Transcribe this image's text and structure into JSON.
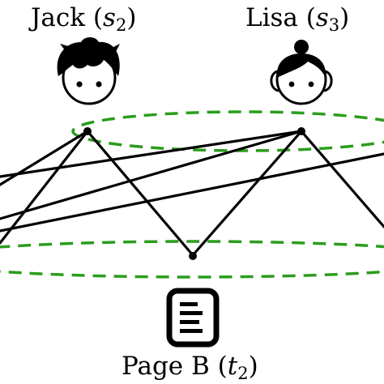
{
  "nodes": {
    "jack": {
      "name": "Jack",
      "sym": "s",
      "sub": "2"
    },
    "lisa": {
      "name": "Lisa",
      "sym": "s",
      "sub": "3"
    },
    "page_b": {
      "name": "Page B",
      "sym": "t",
      "sub": "2"
    }
  },
  "icons": {
    "jack": "boy-face-icon",
    "lisa": "girl-face-icon",
    "page": "document-icon"
  },
  "colors": {
    "edge": "#000000",
    "dashed_ellipse": "#2a9d1c"
  }
}
